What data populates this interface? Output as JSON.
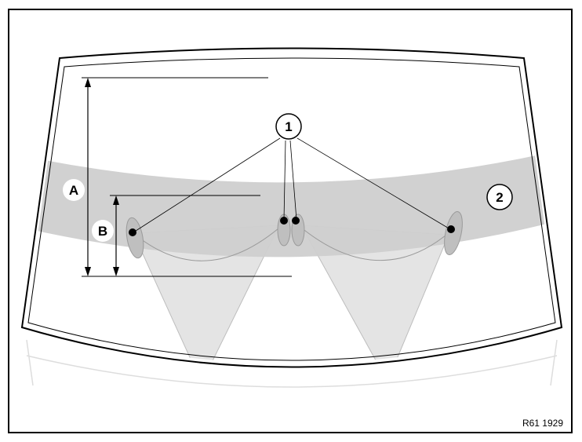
{
  "callouts": {
    "part_1": "1",
    "part_2": "2",
    "dim_a": "A",
    "dim_b": "B"
  },
  "reference_code": "R61 1929",
  "colors": {
    "band": "#cfcfcf",
    "spray": "#e4e4e4",
    "line": "#000000",
    "frame": "#000000"
  }
}
